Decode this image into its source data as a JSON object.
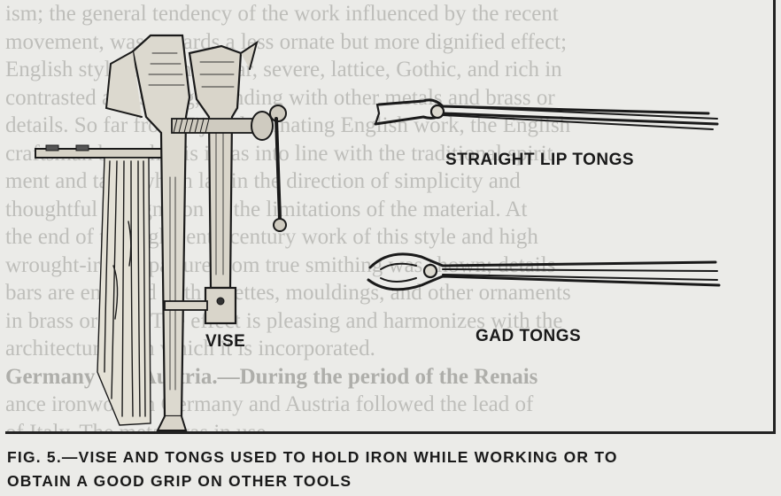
{
  "figure": {
    "labels": {
      "straight_lip_tongs": "STRAIGHT LIP TONGS",
      "gad_tongs": "GAD TONGS",
      "vise": "VISE"
    },
    "caption_line1": "FIG. 5.—VISE AND TONGS USED TO HOLD IRON WHILE WORKING OR TO",
    "caption_line2": "OBTAIN A GOOD GRIP ON OTHER TOOLS"
  },
  "bleed_through": {
    "lines": [
      "ism; the general tendency of the work influenced by the recent",
      "movement, was towards a less ornate but more dignified effect;",
      "English style, perpendicular, severe, lattice, Gothic, and rich in",
      "contrasted and strong, blending with other metals and brass or",
      "details. So far from Tijou dominating English work, the English",
      "craftsman brought his ideas into line with the traditional spirit",
      "ment and taste which lay in the direction of simplicity and",
      "thoughtful recognition of the limitations of the material. At",
      "the end of the eighteenth century work of this style and high",
      "wrought-iron departure from true smithing was shown; details",
      "bars are enriched with rosettes, mouldings, and other ornaments",
      "in brass or lead. The effect is pleasing and harmonizes with the",
      "architecture with which it is incorporated.",
      "Germany and Austria.—During the period of the Renais",
      "ance ironwork in Germany and Austria followed the lead of",
      "of Italy. The metal was in use"
    ],
    "heading_index": 13
  }
}
